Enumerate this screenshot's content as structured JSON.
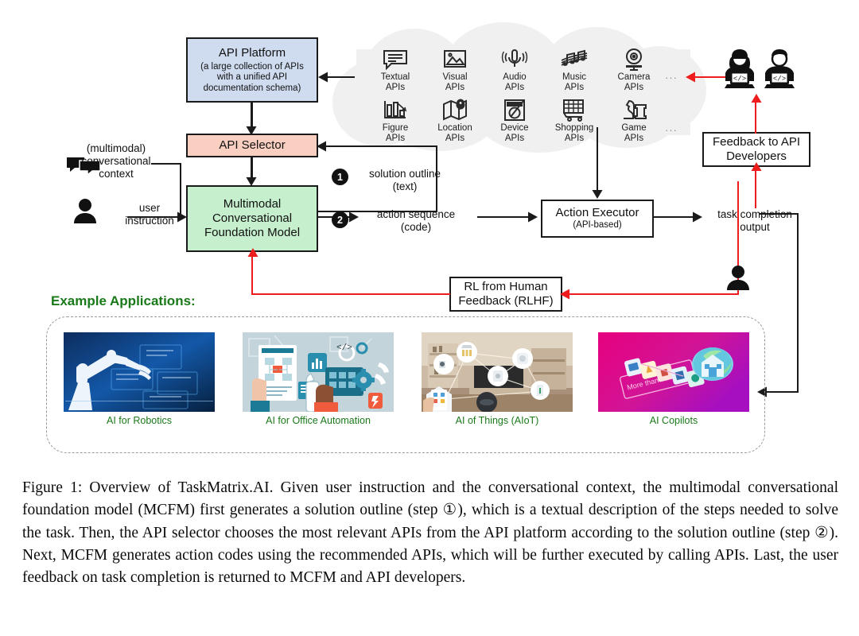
{
  "figure": {
    "caption": "Figure 1: Overview of TaskMatrix.AI. Given user instruction and the conversational context, the multimodal conversational foundation model (MCFM) first generates a solution outline (step ①), which is a textual description of the steps needed to solve the task. Then, the API selector chooses the most relevant APIs from the API platform according to the solution outline (step ②). Next, MCFM generates action codes using the recommended APIs, which will be further executed by calling APIs. Last, the user feedback on task completion is returned to MCFM and API developers."
  },
  "nodes": {
    "api_platform": {
      "title": "API Platform",
      "subtitle": "(a large collection of APIs with a unified API documentation schema)",
      "color": "#cfdcf0"
    },
    "api_selector": {
      "title": "API Selector",
      "color": "#f8cfc0"
    },
    "mcfm": {
      "line1": "Multimodal",
      "line2": "Conversational",
      "line3": "Foundation Model",
      "color": "#c6efcd"
    },
    "action_executor": {
      "line1": "Action Executor",
      "line2": "(API-based)",
      "color": "#ffffff"
    },
    "rlhf": {
      "line1": "RL from Human",
      "line2": "Feedback (RLHF)",
      "color": "#ffffff"
    },
    "feedback_devs": {
      "line1": "Feedback to API",
      "line2": "Developers",
      "color": "#ffffff"
    }
  },
  "inputs": {
    "context": {
      "line1": "(multimodal)",
      "line2": "conversational",
      "line3": "context",
      "icon": "chat-bubbles-icon"
    },
    "instruction": {
      "line1": "user",
      "line2": "instruction",
      "icon": "person-icon"
    }
  },
  "flow_labels": {
    "step1_badge": "1",
    "step1_line1": "solution outline",
    "step1_line2": "(text)",
    "step2_badge": "2",
    "step2_line1": "action sequence",
    "step2_line2": "(code)",
    "task_output_line1": "task completion",
    "task_output_line2": "output"
  },
  "cloud": {
    "ellipsis": "···",
    "apis": [
      {
        "icon": "textual-api-icon",
        "line1": "Textual",
        "line2": "APIs"
      },
      {
        "icon": "visual-api-icon",
        "line1": "Visual",
        "line2": "APIs"
      },
      {
        "icon": "audio-api-icon",
        "line1": "Audio",
        "line2": "APIs"
      },
      {
        "icon": "music-api-icon",
        "line1": "Music",
        "line2": "APIs"
      },
      {
        "icon": "camera-api-icon",
        "line1": "Camera",
        "line2": "APIs"
      },
      {
        "icon": "figure-api-icon",
        "line1": "Figure",
        "line2": "APIs"
      },
      {
        "icon": "location-api-icon",
        "line1": "Location",
        "line2": "APIs"
      },
      {
        "icon": "device-api-icon",
        "line1": "Device",
        "line2": "APIs"
      },
      {
        "icon": "shopping-api-icon",
        "line1": "Shopping",
        "line2": "APIs"
      },
      {
        "icon": "game-api-icon",
        "line1": "Game",
        "line2": "APIs"
      }
    ]
  },
  "developers": {
    "icon": "developer-laptop-icon",
    "count": 2
  },
  "user_feedback_icon": "person-icon",
  "applications": {
    "title": "Example Applications:",
    "title_color": "#1a7a1a",
    "items": [
      {
        "caption": "AI for Robotics",
        "thumb": "robot-arm-photo"
      },
      {
        "caption": "AI for Office Automation",
        "thumb": "office-automation-illustration"
      },
      {
        "caption": "AI of Things (AIoT)",
        "thumb": "smart-home-photo"
      },
      {
        "caption": "AI Copilots",
        "thumb": "copilot-magenta-graphic"
      }
    ]
  },
  "colors": {
    "red_arrow": "#ee1c1c",
    "black_arrow": "#1a1a1a",
    "cloud": "#f0f0f0"
  }
}
